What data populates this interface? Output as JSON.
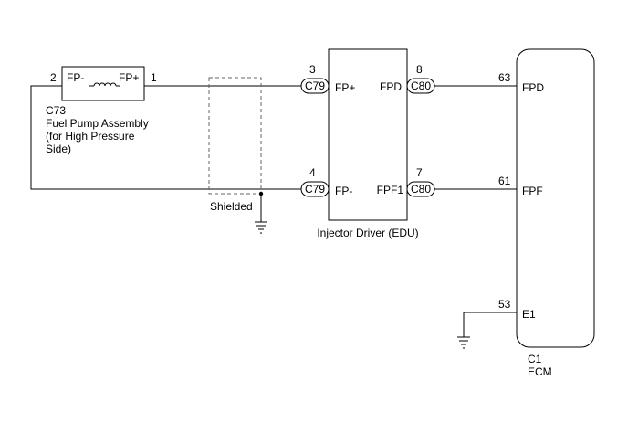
{
  "fuel_pump": {
    "connector": "C73",
    "name_line1": "Fuel Pump Assembly",
    "name_line2": "(for High Pressure",
    "name_line3": "Side)",
    "pin_left": "2",
    "pin_right": "1",
    "term_left": "FP-",
    "term_right": "FP+"
  },
  "shield": {
    "label": "Shielded"
  },
  "edu": {
    "name": "Injector Driver (EDU)",
    "term_fp_plus": "FP+",
    "term_fp_minus": "FP-",
    "term_fpd": "FPD",
    "term_fpf1": "FPF1",
    "pin_fp_plus": "3",
    "pin_fp_minus": "4",
    "pin_fpd": "8",
    "pin_fpf1": "7",
    "conn_in_top": "C79",
    "conn_in_bottom": "C79",
    "conn_out_top": "C80",
    "conn_out_bottom": "C80"
  },
  "ecm": {
    "connector": "C1",
    "name": "ECM",
    "term_fpd": "FPD",
    "term_fpf": "FPF",
    "term_e1": "E1",
    "pin_fpd": "63",
    "pin_fpf": "61",
    "pin_e1": "53"
  }
}
